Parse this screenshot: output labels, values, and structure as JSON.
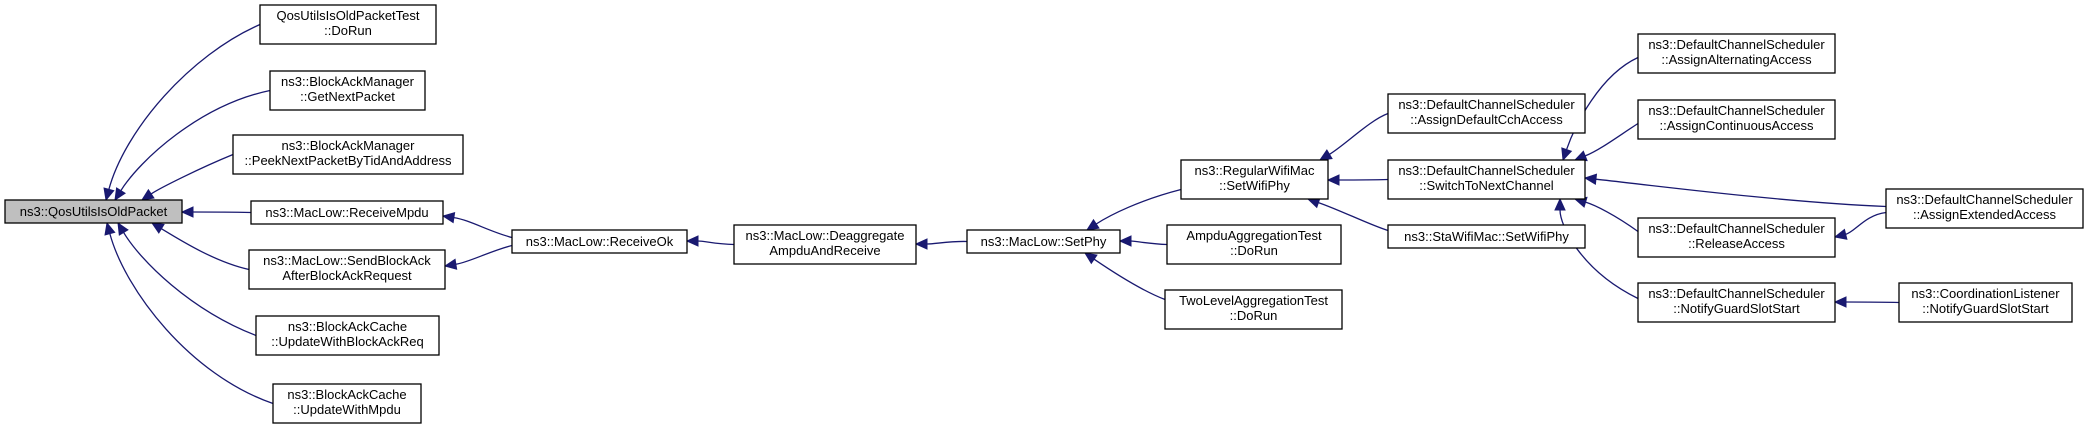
{
  "graph": {
    "nodes": {
      "root": [
        "ns3::QosUtilsIsOldPacket"
      ],
      "qosTest": [
        "QosUtilsIsOldPacketTest",
        "::DoRun"
      ],
      "bamGetNext": [
        "ns3::BlockAckManager",
        "::GetNextPacket"
      ],
      "bamPeek": [
        "ns3::BlockAckManager",
        "::PeekNextPacketByTidAndAddress"
      ],
      "mlRecvMpdu": [
        "ns3::MacLow::ReceiveMpdu"
      ],
      "mlSendBA": [
        "ns3::MacLow::SendBlockAck",
        "AfterBlockAckRequest"
      ],
      "bacBAR": [
        "ns3::BlockAckCache",
        "::UpdateWithBlockAckReq"
      ],
      "bacMpdu": [
        "ns3::BlockAckCache",
        "::UpdateWithMpdu"
      ],
      "mlRecvOk": [
        "ns3::MacLow::ReceiveOk"
      ],
      "mlDeagg": [
        "ns3::MacLow::Deaggregate",
        "AmpduAndReceive"
      ],
      "mlSetPhy": [
        "ns3::MacLow::SetPhy"
      ],
      "rwmSetPhy": [
        "ns3::RegularWifiMac",
        "::SetWifiPhy"
      ],
      "ampduTest": [
        "AmpduAggregationTest",
        "::DoRun"
      ],
      "twoLevel": [
        "TwoLevelAggregationTest",
        "::DoRun"
      ],
      "dcsDefCch": [
        "ns3::DefaultChannelScheduler",
        "::AssignDefaultCchAccess"
      ],
      "dcsSwitch": [
        "ns3::DefaultChannelScheduler",
        "::SwitchToNextChannel"
      ],
      "swmSetPhy": [
        "ns3::StaWifiMac::SetWifiPhy"
      ],
      "dcsAlt": [
        "ns3::DefaultChannelScheduler",
        "::AssignAlternatingAccess"
      ],
      "dcsCont": [
        "ns3::DefaultChannelScheduler",
        "::AssignContinuousAccess"
      ],
      "dcsRelease": [
        "ns3::DefaultChannelScheduler",
        "::ReleaseAccess"
      ],
      "dcsGuard": [
        "ns3::DefaultChannelScheduler",
        "::NotifyGuardSlotStart"
      ],
      "dcsExt": [
        "ns3::DefaultChannelScheduler",
        "::AssignExtendedAccess"
      ],
      "clGuard": [
        "ns3::CoordinationListener",
        "::NotifyGuardSlotStart"
      ]
    },
    "edges": [
      [
        "qosTest",
        "root"
      ],
      [
        "bamGetNext",
        "root"
      ],
      [
        "bamPeek",
        "root"
      ],
      [
        "mlRecvMpdu",
        "root"
      ],
      [
        "mlSendBA",
        "root"
      ],
      [
        "bacBAR",
        "root"
      ],
      [
        "bacMpdu",
        "root"
      ],
      [
        "mlRecvOk",
        "mlRecvMpdu"
      ],
      [
        "mlRecvOk",
        "mlSendBA"
      ],
      [
        "mlDeagg",
        "mlRecvOk"
      ],
      [
        "mlSetPhy",
        "mlDeagg"
      ],
      [
        "rwmSetPhy",
        "mlSetPhy"
      ],
      [
        "ampduTest",
        "mlSetPhy"
      ],
      [
        "twoLevel",
        "mlSetPhy"
      ],
      [
        "dcsDefCch",
        "rwmSetPhy"
      ],
      [
        "dcsSwitch",
        "rwmSetPhy"
      ],
      [
        "swmSetPhy",
        "rwmSetPhy"
      ],
      [
        "dcsAlt",
        "dcsSwitch"
      ],
      [
        "dcsCont",
        "dcsSwitch"
      ],
      [
        "dcsExt",
        "dcsSwitch"
      ],
      [
        "dcsRelease",
        "dcsSwitch"
      ],
      [
        "dcsGuard",
        "dcsSwitch"
      ],
      [
        "dcsExt",
        "dcsRelease"
      ],
      [
        "clGuard",
        "dcsGuard"
      ]
    ],
    "colors": {
      "edge": "#191970",
      "root_fill": "#bfbfbf",
      "node_fill": "#ffffff",
      "border": "#000000"
    }
  }
}
